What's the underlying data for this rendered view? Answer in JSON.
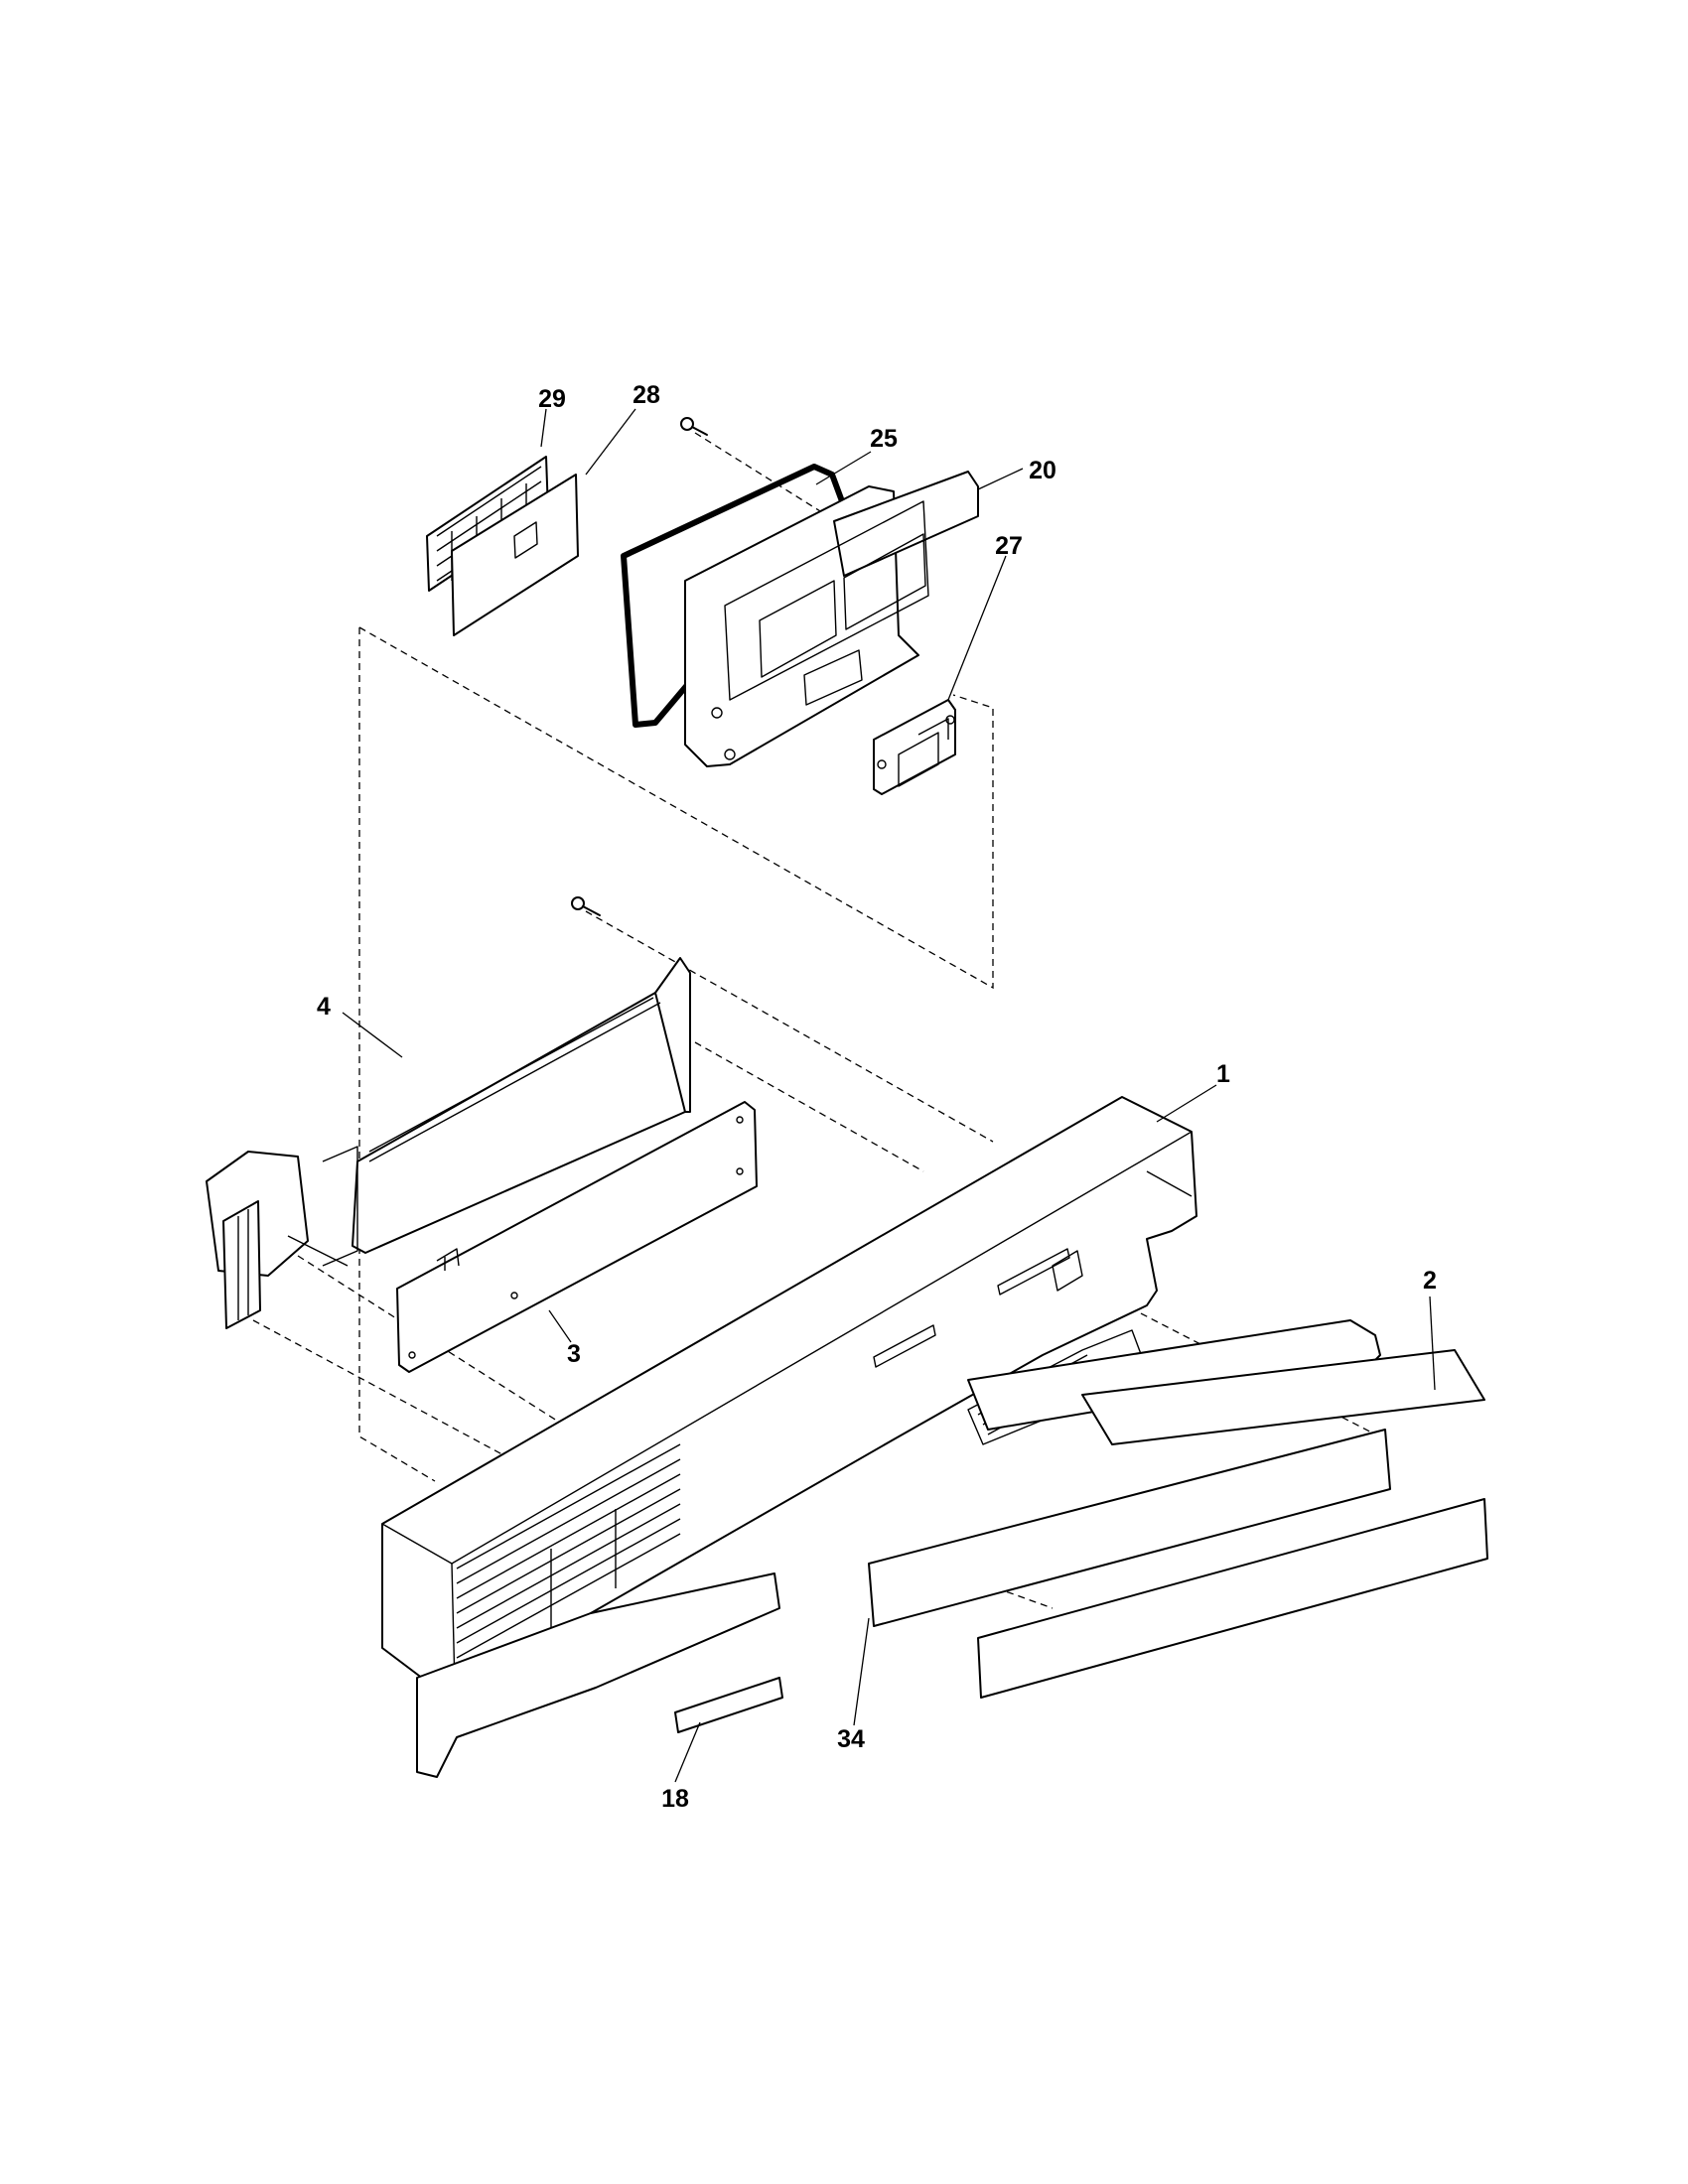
{
  "diagram": {
    "callouts": {
      "c29": "29",
      "c28": "28",
      "c25": "25",
      "c20": "20",
      "c27": "27",
      "c4": "4",
      "c1": "1",
      "c2": "2",
      "c3": "3",
      "c34": "34",
      "c18": "18"
    }
  }
}
